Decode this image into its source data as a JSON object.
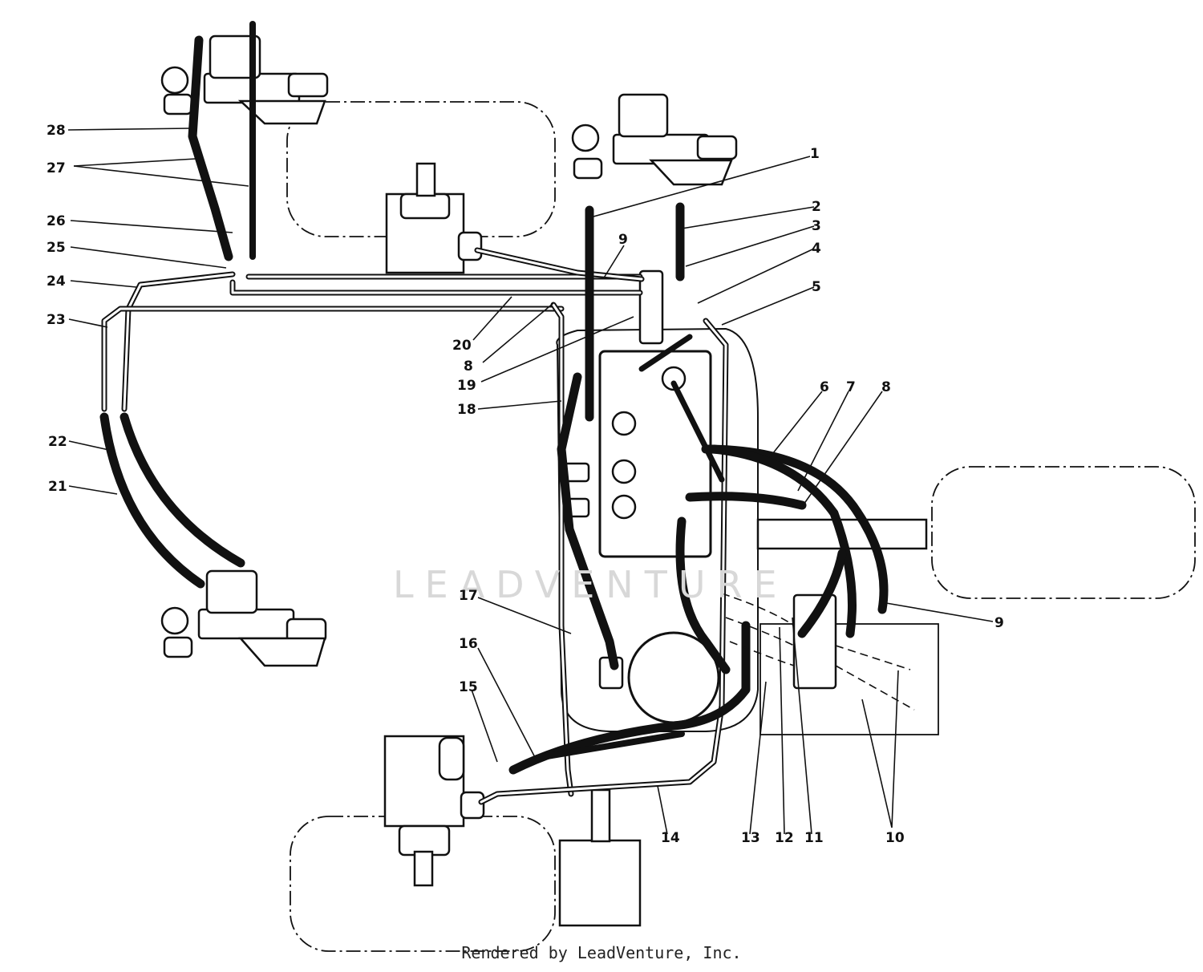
{
  "watermark": "LEADVENTURE",
  "credit": "Rendered by LeadVenture, Inc.",
  "callouts": [
    "1",
    "2",
    "3",
    "4",
    "5",
    "6",
    "7",
    "8",
    "9",
    "9",
    "8",
    "20",
    "19",
    "18",
    "28",
    "27",
    "26",
    "25",
    "24",
    "23",
    "22",
    "21",
    "17",
    "16",
    "15",
    "14",
    "13",
    "12",
    "11",
    "10"
  ]
}
